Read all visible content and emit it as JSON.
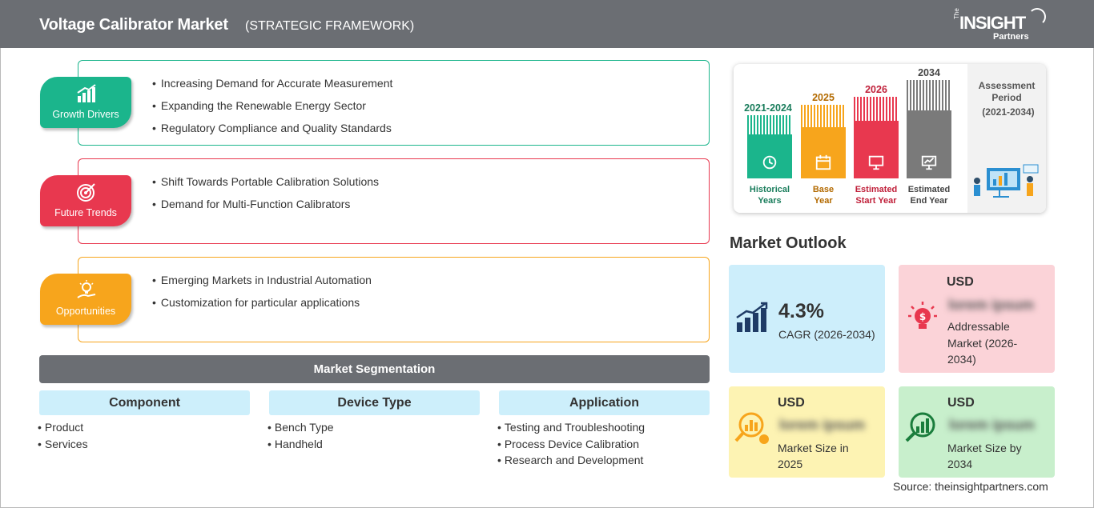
{
  "header": {
    "title": "Voltage Calibrator Market",
    "subtitle": "(STRATEGIC FRAMEWORK)",
    "logo_the": "The",
    "logo_main": "INSIGHT",
    "logo_partners": "Partners"
  },
  "drivers": [
    {
      "label": "Growth Drivers",
      "color": "#1bb58c",
      "items": [
        "Increasing Demand for Accurate Measurement",
        "Expanding the Renewable Energy Sector",
        "Regulatory Compliance and Quality Standards"
      ]
    },
    {
      "label": "Future Trends",
      "color": "#e8384f",
      "items": [
        "Shift Towards Portable Calibration Solutions",
        "Demand for Multi-Function Calibrators"
      ]
    },
    {
      "label": "Opportunities",
      "color": "#f7a51c",
      "items": [
        "Emerging Markets in Industrial Automation",
        "Customization for particular applications"
      ]
    }
  ],
  "segmentation": {
    "title": "Market Segmentation",
    "columns": [
      {
        "heading": "Component",
        "items": [
          "Product",
          "Services"
        ]
      },
      {
        "heading": "Device Type",
        "items": [
          "Bench Type",
          "Handheld"
        ]
      },
      {
        "heading": "Application",
        "items": [
          "Testing and Troubleshooting",
          "Process Device Calibration",
          "Research and Development"
        ]
      }
    ]
  },
  "timeline": {
    "periods": [
      {
        "year": "2021-2024",
        "label_1": "Historical",
        "label_2": "Years",
        "color": "#1bb58c",
        "text_color": "#1a7d5c"
      },
      {
        "year": "2025",
        "label_1": "Base",
        "label_2": "Year",
        "color": "#f7a51c",
        "text_color": "#b36a00"
      },
      {
        "year": "2026",
        "label_1": "Estimated",
        "label_2": "Start Year",
        "color": "#e8384f",
        "text_color": "#c0203a"
      },
      {
        "year": "2034",
        "label_1": "Estimated",
        "label_2": "End Year",
        "color": "#7a7a7a",
        "text_color": "#444444"
      }
    ],
    "assessment_1": "Assessment",
    "assessment_2": "Period",
    "assessment_3": "(2021-2034)"
  },
  "outlook": {
    "title": "Market Outlook",
    "cagr_value": "4.3%",
    "cagr_label": "CAGR (2026-2034)",
    "cards": [
      {
        "usd": "USD",
        "value": "lorem ipsum",
        "desc_1": "Addressable",
        "desc_2": "Market (2026-",
        "desc_3": "2034)",
        "color": "#fbd3d8"
      },
      {
        "usd": "USD",
        "value": "lorem ipsum",
        "desc_1": "Market Size in",
        "desc_2": "2025",
        "color": "#fdf3b3"
      },
      {
        "usd": "USD",
        "value": "lorem ipsum",
        "desc_1": "Market Size by",
        "desc_2": "2034",
        "color": "#c8efcc"
      }
    ],
    "cagr_color": "#cdeefb"
  },
  "source": "Source: theinsightpartners.com"
}
